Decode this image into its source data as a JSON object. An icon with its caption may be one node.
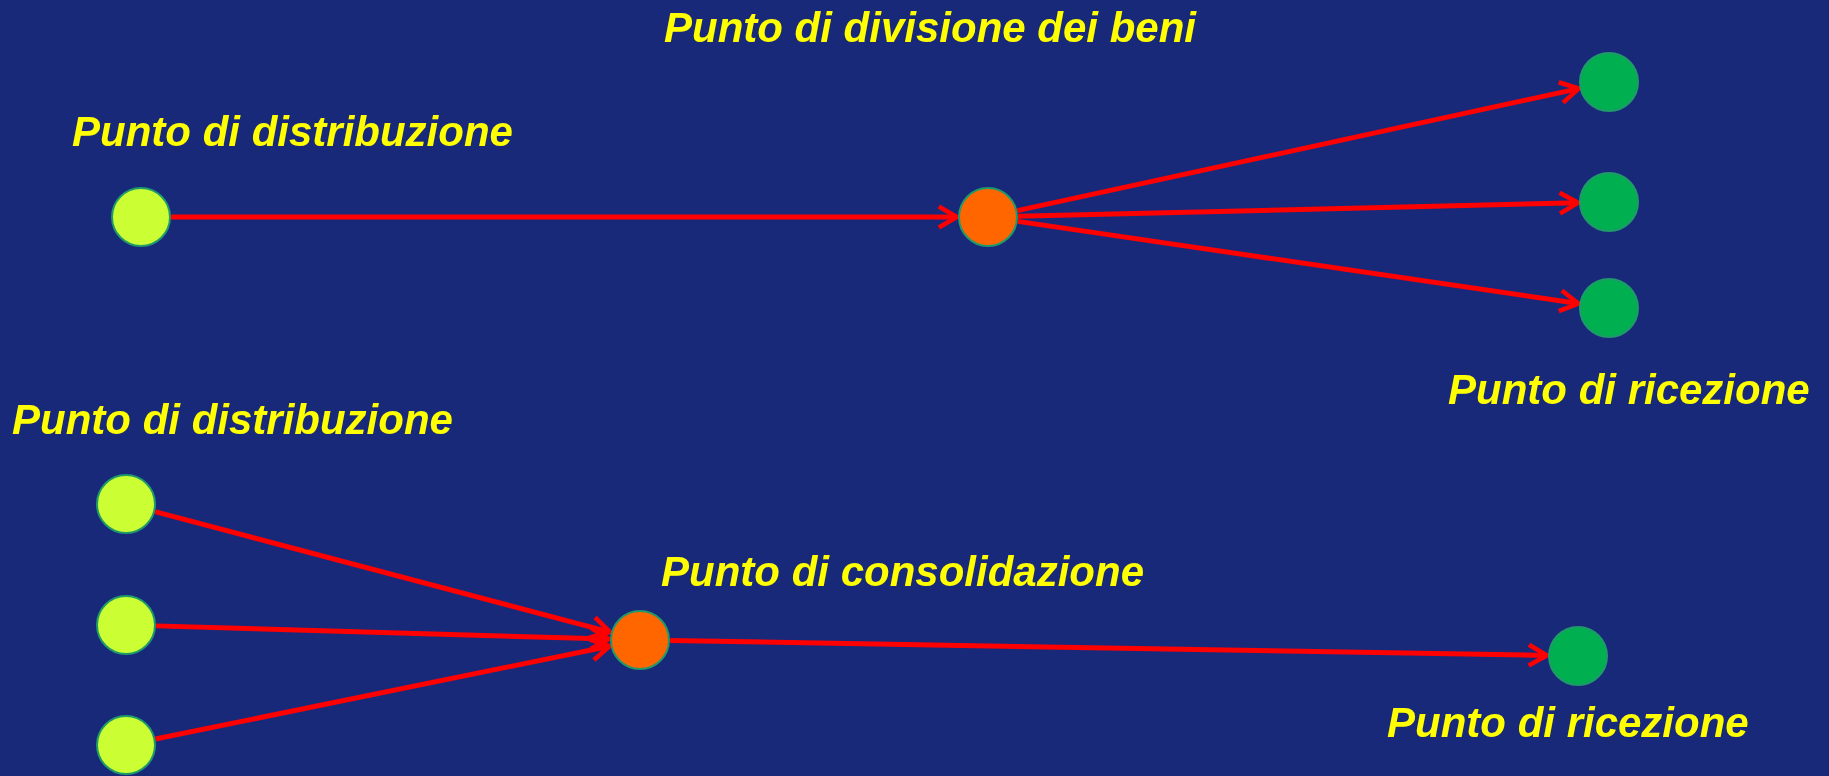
{
  "diagram": {
    "nodes": [
      {
        "text": [],
        "shape": "circle",
        "beside": [
          "Punto di distribuzione"
        ]
      },
      {
        "text": [],
        "shape": "circle"
      },
      {
        "text": [],
        "shape": "circle"
      },
      {
        "text": [],
        "shape": "circle"
      },
      {
        "text": [],
        "shape": "circle"
      },
      {
        "text": [],
        "shape": "circle"
      },
      {
        "text": [],
        "shape": "circle"
      },
      {
        "text": [],
        "shape": "circle"
      },
      {
        "text": [],
        "shape": "circle",
        "beside": [
          "Punto di consolidazione"
        ]
      },
      {
        "text": [],
        "shape": "circle",
        "beside": [
          "Punto di ricezione"
        ]
      }
    ],
    "edges": [
      {
        "from": 0,
        "to": 1,
        "arrow": "to"
      },
      {
        "from": 1,
        "to": 2,
        "arrow": "to"
      },
      {
        "from": 1,
        "to": 3,
        "arrow": "to"
      },
      {
        "from": 1,
        "to": 4,
        "arrow": "to"
      },
      {
        "from": 5,
        "to": 8,
        "arrow": "to"
      },
      {
        "from": 6,
        "to": 8,
        "arrow": "to"
      },
      {
        "from": 7,
        "to": 8,
        "arrow": "to"
      },
      {
        "from": 8,
        "to": 9,
        "arrow": "to"
      }
    ],
    "labels": [
      "Punto di divisione dei beni",
      "Punto di ricezione",
      "Punto di distribuzione"
    ]
  }
}
